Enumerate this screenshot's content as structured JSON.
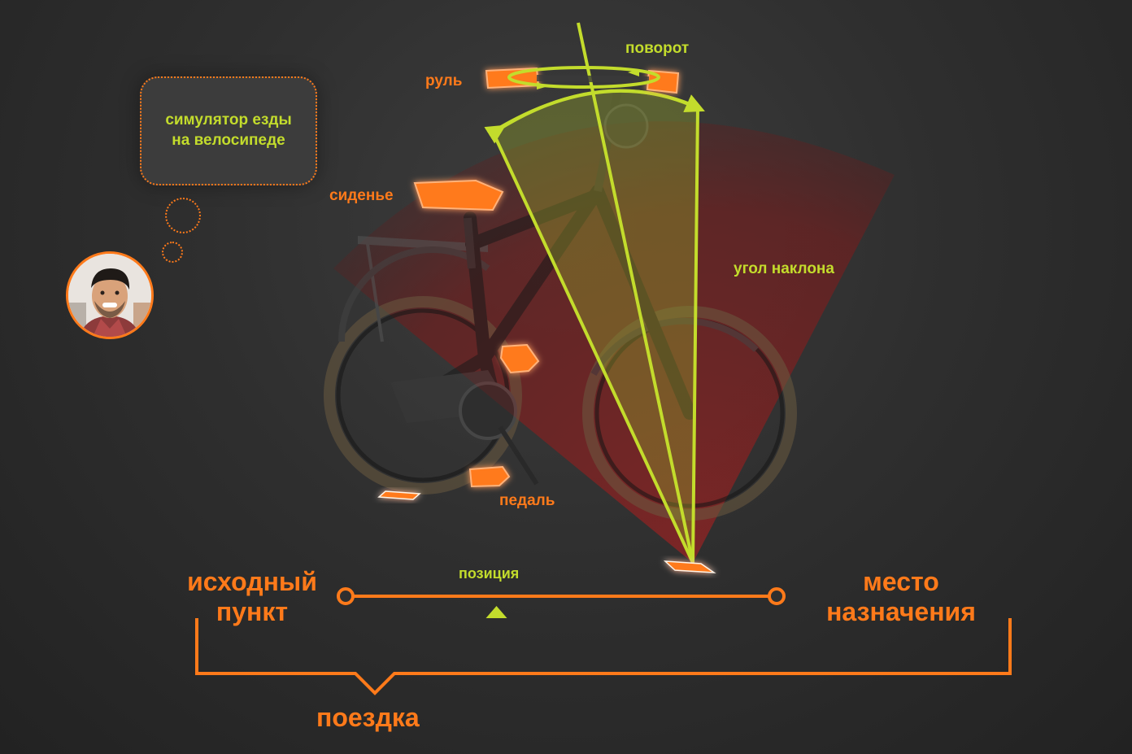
{
  "thought_bubble": {
    "text_line1": "симулятор езды",
    "text_line2": "на велосипеде"
  },
  "labels": {
    "handlebar": "руль",
    "rotation": "поворот",
    "seat": "сиденье",
    "tilt_angle": "угол наклона",
    "pedal": "педаль",
    "position": "позиция"
  },
  "journey": {
    "origin_line1": "исходный",
    "origin_line2": "пункт",
    "destination_line1": "место",
    "destination_line2": "назначения",
    "trip": "поездка",
    "position_progress": 0.35
  },
  "colors": {
    "accent_orange": "#ff7a1a",
    "accent_green": "#c3dc2c",
    "tilt_sector_red": "#7a1f1f",
    "background": "#2f2f2f"
  },
  "icons": {
    "avatar": "user-avatar-photo",
    "position_marker": "triangle-up-marker"
  }
}
